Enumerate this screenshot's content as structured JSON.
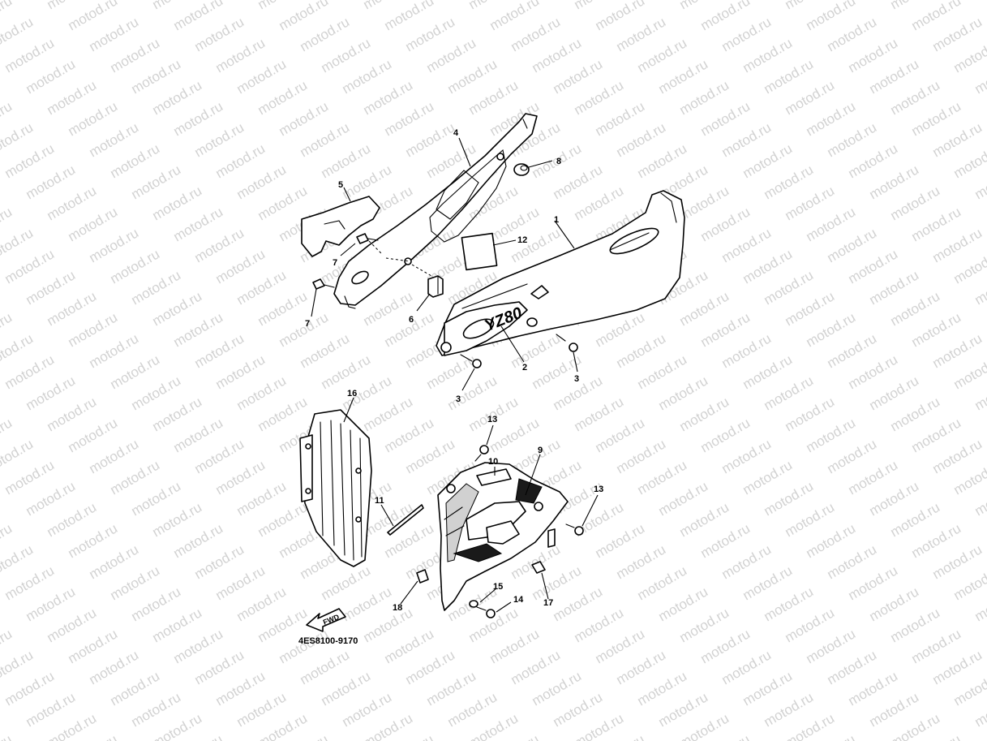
{
  "watermark": {
    "text": "motod.ru"
  },
  "diagram": {
    "code": "4ES8100-9170",
    "fwd_label": "FWD",
    "emblem_text": "YZ80",
    "labels": {
      "p1": "1",
      "p2": "2",
      "p3a": "3",
      "p3b": "3",
      "p4": "4",
      "p5": "5",
      "p6": "6",
      "p7a": "7",
      "p7b": "7",
      "p8": "8",
      "p9": "9",
      "p10": "10",
      "p11": "11",
      "p12": "12",
      "p13a": "13",
      "p13b": "13",
      "p14": "14",
      "p15": "15",
      "p16": "16",
      "p17": "17",
      "p18": "18"
    }
  }
}
